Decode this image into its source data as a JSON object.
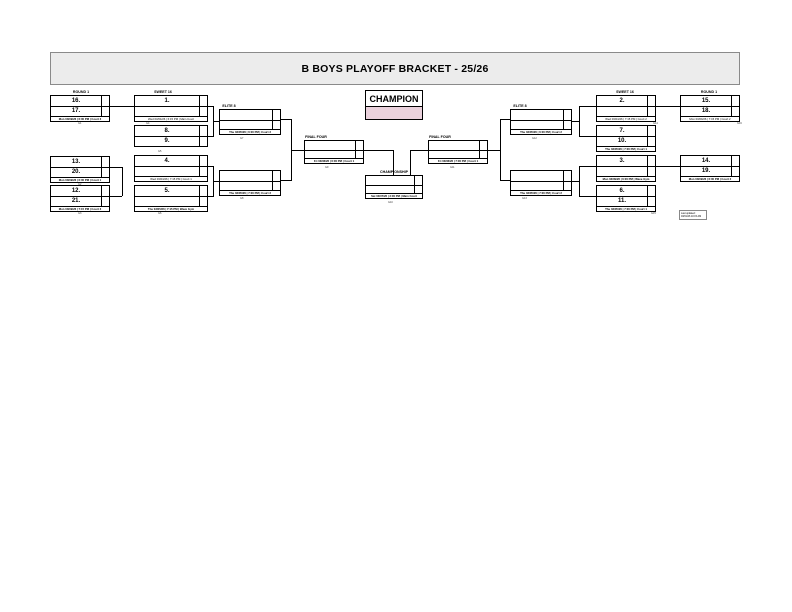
{
  "header": {
    "title": "B BOYS PLAYOFF BRACKET - 25/26"
  },
  "champion": {
    "label": "CHAMPION"
  },
  "rounds": {
    "round1_left": "ROUND 1",
    "sweet16_left": "SWEET 16",
    "elite8_left": "ELITE 8",
    "finalfour_left": "FINAL FOUR",
    "championship": "CHAMPIONSHIP",
    "finalfour_right": "FINAL FOUR",
    "elite8_right": "ELITE 8",
    "sweet16_right": "SWEET 16",
    "round1_right": "ROUND 1"
  },
  "seeds": {
    "r1l_a1": "16.",
    "r1l_a2": "17.",
    "r1l_b1": "13.",
    "r1l_b2": "20.",
    "r1l_c1": "12.",
    "r1l_c2": "21.",
    "s16l_a1": "1.",
    "s16l_b1": "8.",
    "s16l_b2": "9.",
    "s16l_c1": "4.",
    "s16l_d1": "5.",
    "s16r_a1": "2.",
    "s16r_b1": "7.",
    "s16r_b2": "10.",
    "s16r_c1": "3.",
    "s16r_d1": "6.",
    "s16r_d2": "11.",
    "r1r_a1": "15.",
    "r1r_a2": "18.",
    "r1r_b1": "14.",
    "r1r_b2": "19."
  },
  "games": {
    "r1l_a": "Mon 03/09/26 | 6:00 PM | Court 3",
    "r1l_b": "Mon 03/09/26 | 6:00 PM | Court 1",
    "r1l_c": "Mon 03/09/26 | 7:15 PM | Court 3",
    "s16l_a": "Wed 03/04/26 | 6:15 PM | Main Court",
    "s16l_c": "Wed 03/04/26 | 7:15 PM | Court 1",
    "s16l_d": "Thu 03/05/26 | 7:15 PM | Wave Gym",
    "e8l_a": "Thu 03/05/26 | 6:00 PM | Court 3",
    "e8l_b": "Thu 03/05/26 | 7:00 PM | Court 3",
    "ffl": "Fri 03/06/26 | 6:00 PM | Court 1",
    "champ": "Sat 03/07/26 | 3:00 PM | Main Court",
    "ffr": "Fri 03/06/26 | 7:00 PM | Court 1",
    "e8r_a": "Thu 03/05/26 | 6:00 PM | Court 2",
    "e8r_b": "Thu 03/05/26 | 7:00 PM | Court 2",
    "s16r_a": "Wed 03/04/26 | 7:15 PM | Court 2",
    "s16r_b": "Thu 03/05/26 | 7:00 PM | Court 1",
    "s16r_c": "Mon 03/09/26 | 6:00 PM | Wave Gym",
    "s16r_d": "Thu 03/05/26 | 7:00 PM | Court 1",
    "r1r_a": "Mon 03/09/26 | 7:15 PM | Court 2",
    "r1r_b": "Mon 03/09/26 | 6:00 PM | Court 2"
  },
  "game_numbers": {
    "g1": "G1",
    "g2": "G2",
    "g3": "G3",
    "g4": "G4",
    "g5": "G5",
    "g6": "G6",
    "g7": "G7",
    "g8": "G8",
    "g9": "G9",
    "g10": "G10",
    "g11": "G11",
    "g12": "G12",
    "g13": "G13",
    "g14": "G14",
    "g15": "G15",
    "g16": "G16",
    "g17": "G17",
    "g18": "G18",
    "g19": "G19"
  },
  "legend": {
    "line1": "Last updated:",
    "line2": "03/01/26 10:15 AM"
  }
}
